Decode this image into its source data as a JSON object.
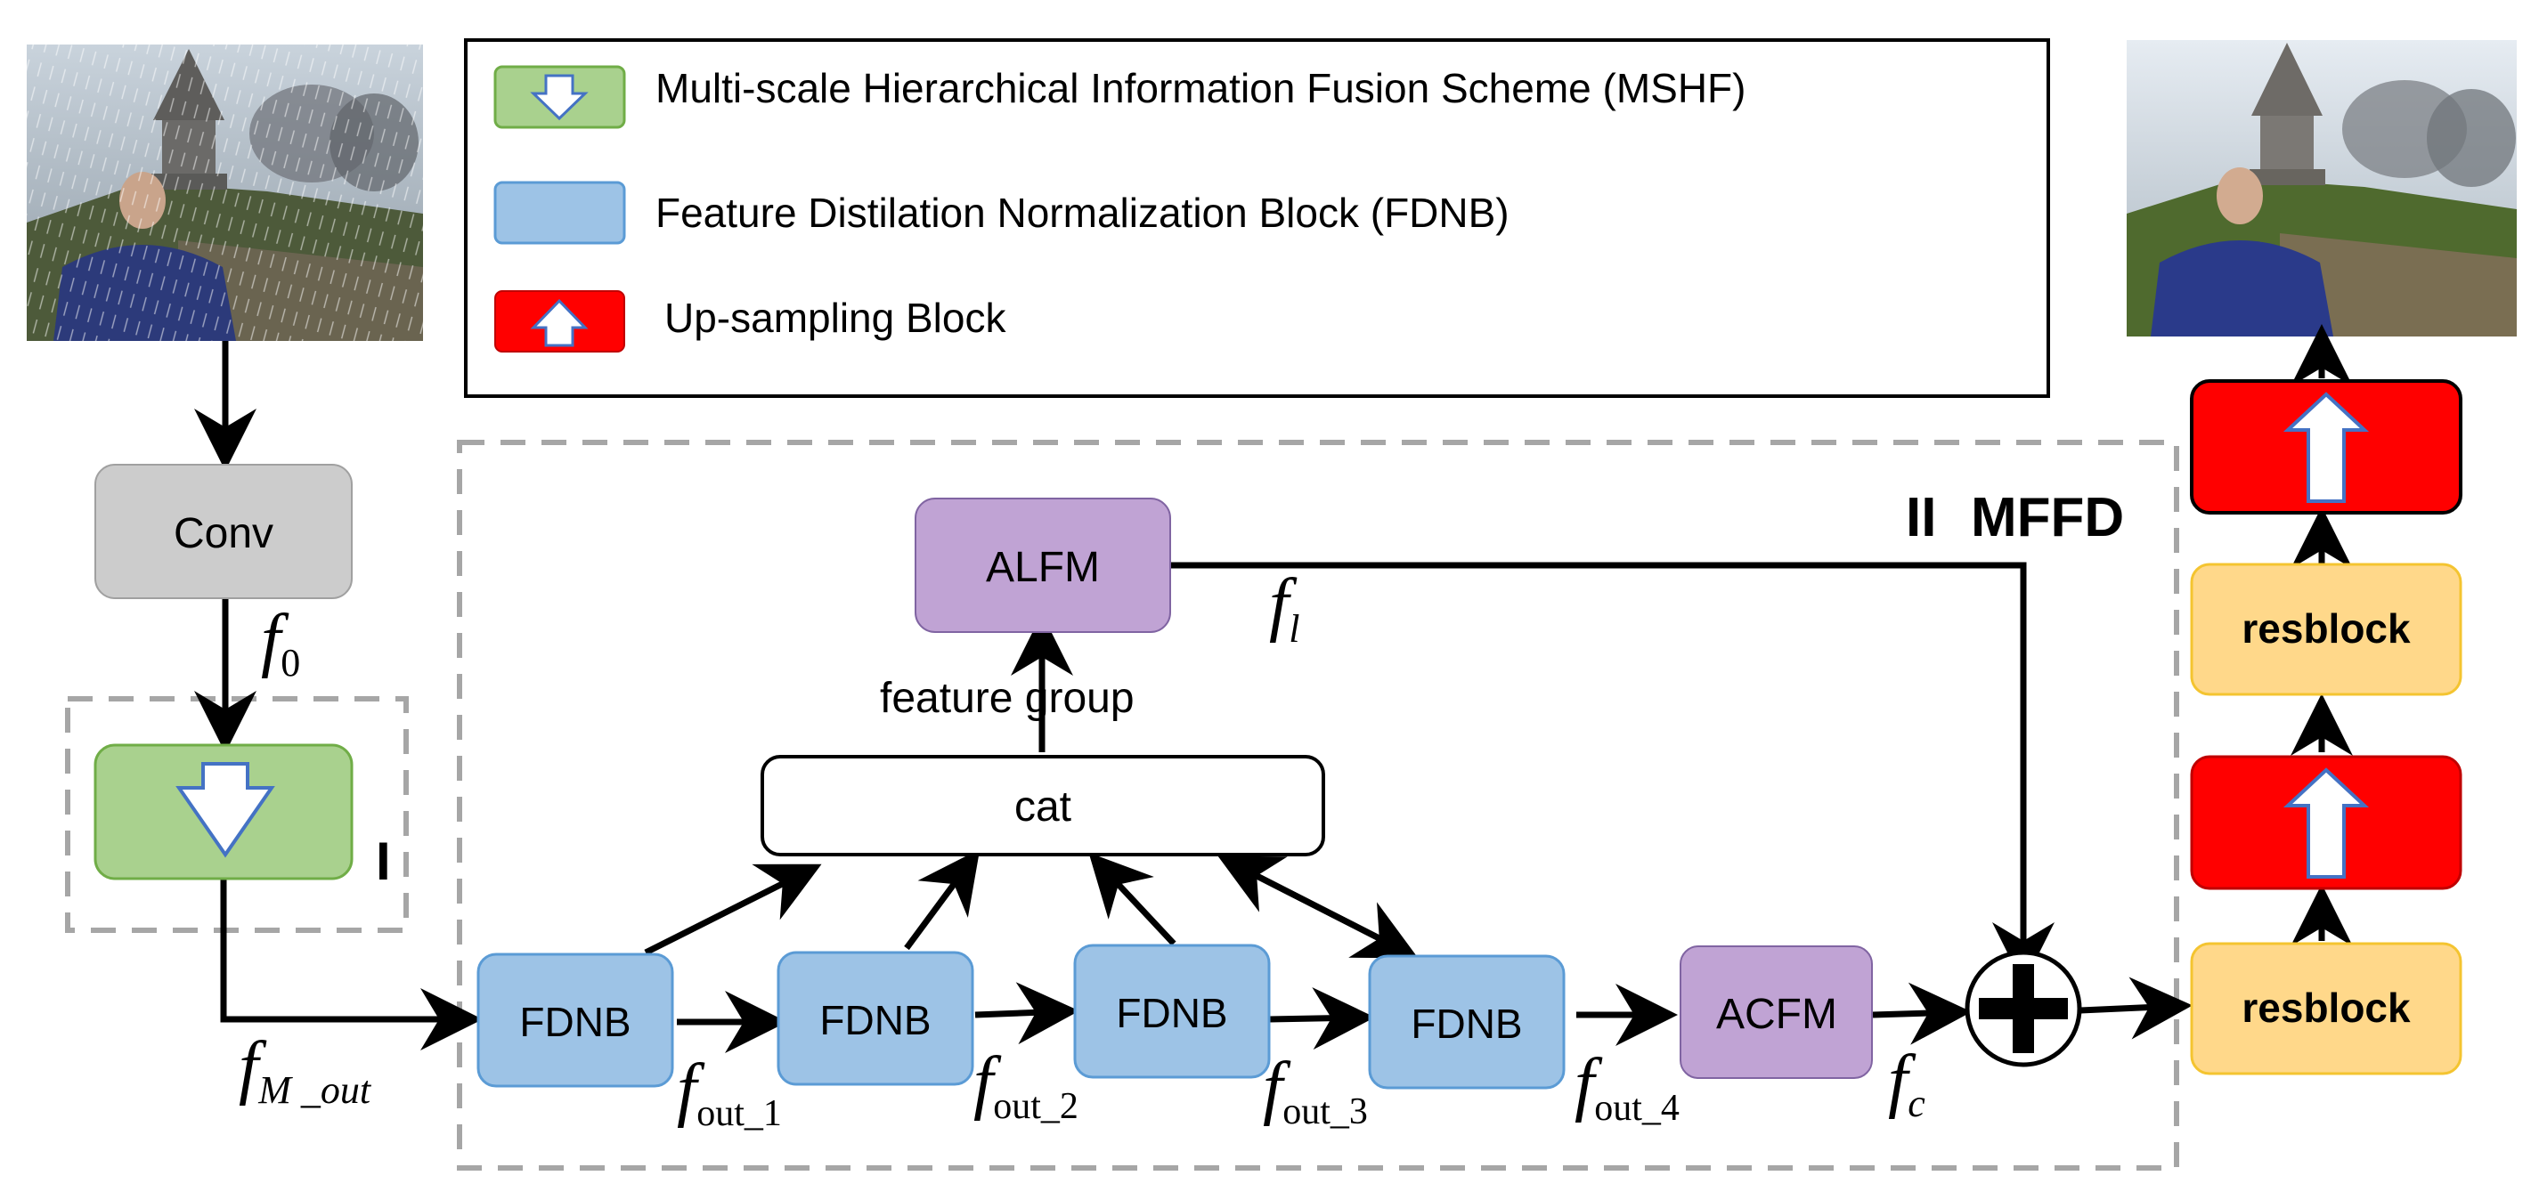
{
  "legend": {
    "items": [
      {
        "text": "Multi-scale Hierarchical Information Fusion Scheme (MSHF)",
        "icon": "down-arrow-icon",
        "color": "#a9d18e"
      },
      {
        "text": "Feature Distilation Normalization Block (FDNB)",
        "icon": "blue-block-icon",
        "color": "#9dc3e6"
      },
      {
        "text": "Up-sampling Block",
        "icon": "up-arrow-icon",
        "color": "#ff0000"
      }
    ]
  },
  "input_image": {
    "description": "rainy input image"
  },
  "output_image": {
    "description": "derained output image"
  },
  "blocks": {
    "conv": "Conv",
    "alfm": "ALFM",
    "cat": "cat",
    "fdnb": [
      "FDNB",
      "FDNB",
      "FDNB",
      "FDNB"
    ],
    "acfm": "ACFM",
    "resblock_top": "resblock",
    "resblock_bottom": "resblock"
  },
  "labels": {
    "stage1": "I",
    "stage2": "II",
    "mffd": "MFFD",
    "feature_group": "feature group"
  },
  "math": {
    "f0": {
      "base": "f",
      "sub": "0"
    },
    "fl": {
      "base": "f",
      "sub": "l"
    },
    "fm_out": {
      "base": "f",
      "sub": "M _out"
    },
    "fout1": {
      "base": "f",
      "sub": "out_1"
    },
    "fout2": {
      "base": "f",
      "sub": "out_2"
    },
    "fout3": {
      "base": "f",
      "sub": "out_3"
    },
    "fout4": {
      "base": "f",
      "sub": "out_4"
    },
    "fc": {
      "base": "f",
      "sub": "c"
    }
  },
  "colors": {
    "green_fill": "#a9d18e",
    "green_stroke": "#70ad47",
    "blue_fill": "#9dc3e6",
    "blue_stroke": "#5b9bd5",
    "purple_fill": "#c0a3d4",
    "gray_fill": "#cccccc",
    "orange_fill": "#ffd88a",
    "orange_stroke": "#f4c430",
    "red_fill": "#ff0000"
  }
}
